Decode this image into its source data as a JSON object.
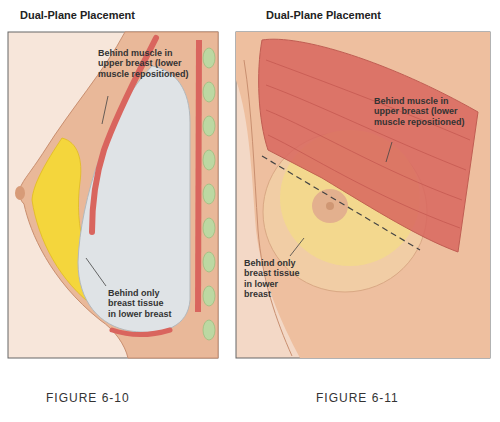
{
  "diagram": {
    "labels": [
      "Dual-Plane Placement",
      "Dual-Plane Placement",
      "Behind muscle in upper breast (lower muscle repositioned)",
      "Behind only breast tissue in lower breast",
      "Behind muscle in upper breast (lower muscle repositioned)",
      "Behind only breast tissue in lower breast",
      "FIGURE 6-10",
      "FIGURE 6-11"
    ]
  }
}
